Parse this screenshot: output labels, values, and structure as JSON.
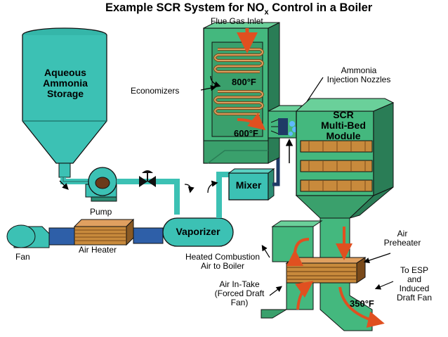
{
  "title": {
    "prefix": "Example SCR System for NO",
    "sub": "x",
    "suffix": " Control in a Boiler"
  },
  "labels": {
    "flue_gas_inlet": "Flue Gas Inlet",
    "ammonia_storage": [
      "Aqueous",
      "Ammonia",
      "Storage"
    ],
    "economizers": "Economizers",
    "ammonia_injection": [
      "Ammonia",
      "Injection Nozzles"
    ],
    "scr_module": [
      "SCR",
      "Multi-Bed",
      "Module"
    ],
    "mixer": "Mixer",
    "pump": "Pump",
    "fan": "Fan",
    "air_heater": "Air Heater",
    "vaporizer": "Vaporizer",
    "air_preheater": [
      "Air",
      "Preheater"
    ],
    "heated_air": [
      "Heated Combustion",
      "Air to Boiler"
    ],
    "air_intake": [
      "Air In-Take",
      "(Forced Draft",
      "Fan)"
    ],
    "to_esp": [
      "To ESP",
      "and",
      "Induced",
      "Draft Fan"
    ]
  },
  "temps": {
    "t800": "800°F",
    "t600": "600°F",
    "t350": "350°F"
  },
  "colors": {
    "equipment": "#3cc1b4",
    "equipment_dark": "#2c8c74",
    "duct": "#44b87e",
    "duct_dark": "#2a7d56",
    "coil": "#c88a3c",
    "coil_dark": "#7a4a1a",
    "arrow_hot": "#e05020",
    "pipe_dark": "#1f3a66"
  }
}
